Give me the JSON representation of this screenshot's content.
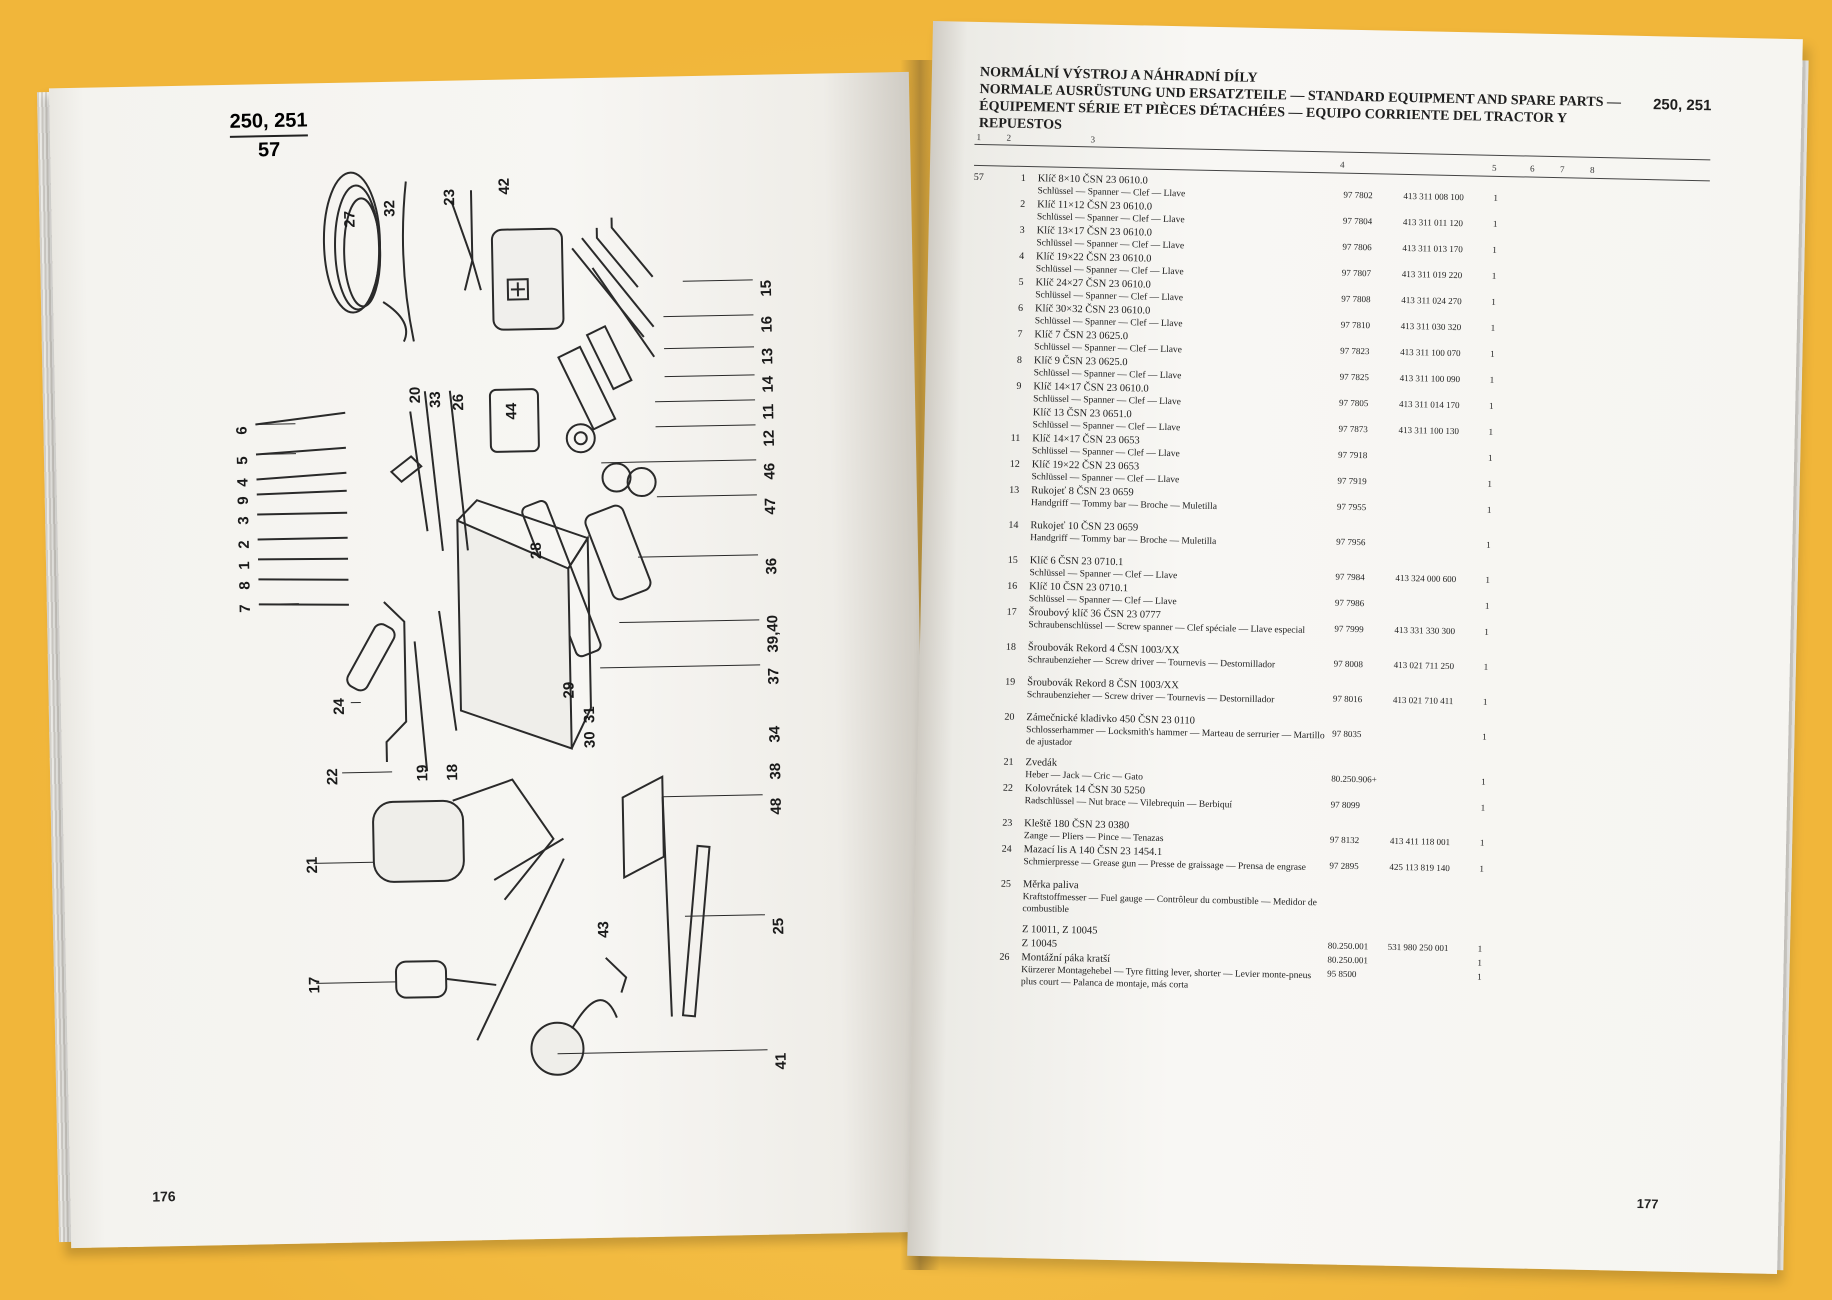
{
  "left_page": {
    "header_models": "250, 251",
    "header_plate": "57",
    "page_number": "176",
    "callouts": [
      {
        "label": "27"
      },
      {
        "label": "32"
      },
      {
        "label": "23"
      },
      {
        "label": "42"
      },
      {
        "label": "15"
      },
      {
        "label": "16"
      },
      {
        "label": "13"
      },
      {
        "label": "14"
      },
      {
        "label": "11"
      },
      {
        "label": "12"
      },
      {
        "label": "46"
      },
      {
        "label": "47"
      },
      {
        "label": "36"
      },
      {
        "label": "39,40"
      },
      {
        "label": "37"
      },
      {
        "label": "34"
      },
      {
        "label": "38"
      },
      {
        "label": "48"
      },
      {
        "label": "25"
      },
      {
        "label": "41"
      },
      {
        "label": "20"
      },
      {
        "label": "33"
      },
      {
        "label": "26"
      },
      {
        "label": "44"
      },
      {
        "label": "28"
      },
      {
        "label": "29"
      },
      {
        "label": "31"
      },
      {
        "label": "30"
      },
      {
        "label": "6"
      },
      {
        "label": "5"
      },
      {
        "label": "4"
      },
      {
        "label": "9"
      },
      {
        "label": "3"
      },
      {
        "label": "2"
      },
      {
        "label": "1"
      },
      {
        "label": "8"
      },
      {
        "label": "7"
      },
      {
        "label": "24"
      },
      {
        "label": "22"
      },
      {
        "label": "19"
      },
      {
        "label": "18"
      },
      {
        "label": "21"
      },
      {
        "label": "43"
      },
      {
        "label": "17"
      }
    ]
  },
  "right_page": {
    "title_lines": [
      "NORMÁLNÍ VÝSTROJ A NÁHRADNÍ DÍLY",
      "NORMALE AUSRÜSTUNG UND ERSATZTEILE — STANDARD EQUIPMENT AND SPARE PARTS —",
      "ÉQUIPEMENT SÉRIE ET PIÈCES DÉTACHÉES — EQUIPO CORRIENTE DEL TRACTOR Y REPUESTOS"
    ],
    "header_models": "250, 251",
    "column_headers": [
      "1",
      "2",
      "3",
      "4",
      "5",
      "6",
      "7",
      "8"
    ],
    "page_number": "177",
    "rows": [
      {
        "pos": "57",
        "num": "1",
        "name": "Klíč 8×10 ČSN 23 0610.0",
        "sub": "Schlüssel — Spanner — Clef — Llave",
        "c4a": "97 7802",
        "c4b": "413 311 008 100",
        "c5": "1"
      },
      {
        "pos": "",
        "num": "2",
        "name": "Klíč 11×12 ČSN 23 0610.0",
        "sub": "Schlüssel — Spanner — Clef — Llave",
        "c4a": "97 7804",
        "c4b": "413 311 011 120",
        "c5": "1"
      },
      {
        "pos": "",
        "num": "3",
        "name": "Klíč 13×17 ČSN 23 0610.0",
        "sub": "Schlüssel — Spanner — Clef — Llave",
        "c4a": "97 7806",
        "c4b": "413 311 013 170",
        "c5": "1"
      },
      {
        "pos": "",
        "num": "4",
        "name": "Klíč 19×22 ČSN 23 0610.0",
        "sub": "Schlüssel — Spanner — Clef — Llave",
        "c4a": "97 7807",
        "c4b": "413 311 019 220",
        "c5": "1"
      },
      {
        "pos": "",
        "num": "5",
        "name": "Klíč 24×27 ČSN 23 0610.0",
        "sub": "Schlüssel — Spanner — Clef — Llave",
        "c4a": "97 7808",
        "c4b": "413 311 024 270",
        "c5": "1"
      },
      {
        "pos": "",
        "num": "6",
        "name": "Klíč 30×32 ČSN 23 0610.0",
        "sub": "Schlüssel — Spanner — Clef — Llave",
        "c4a": "97 7810",
        "c4b": "413 311 030 320",
        "c5": "1"
      },
      {
        "pos": "",
        "num": "7",
        "name": "Klíč 7 ČSN 23 0625.0",
        "sub": "Schlüssel — Spanner — Clef — Llave",
        "c4a": "97 7823",
        "c4b": "413 311 100 070",
        "c5": "1"
      },
      {
        "pos": "",
        "num": "8",
        "name": "Klíč 9 ČSN 23 0625.0",
        "sub": "Schlüssel — Spanner — Clef — Llave",
        "c4a": "97 7825",
        "c4b": "413 311 100 090",
        "c5": "1"
      },
      {
        "pos": "",
        "num": "9",
        "name": "Klíč 14×17 ČSN 23 0610.0",
        "sub": "Schlüssel — Spanner — Clef — Llave",
        "c4a": "97 7805",
        "c4b": "413 311 014 170",
        "c5": "1"
      },
      {
        "pos": "",
        "num": "",
        "name": "Klíč 13 ČSN 23 0651.0",
        "sub": "Schlüssel — Spanner — Clef — Llave",
        "c4a": "97 7873",
        "c4b": "413 311 100 130",
        "c5": "1"
      },
      {
        "pos": "",
        "num": "11",
        "name": "Klíč 14×17 ČSN 23 0653",
        "sub": "Schlüssel — Spanner — Clef — Llave",
        "c4a": "97 7918",
        "c4b": "",
        "c5": "1"
      },
      {
        "pos": "",
        "num": "12",
        "name": "Klíč 19×22 ČSN 23 0653",
        "sub": "Schlüssel — Spanner — Clef — Llave",
        "c4a": "97 7919",
        "c4b": "",
        "c5": "1"
      },
      {
        "pos": "",
        "num": "13",
        "name": "Rukojeť 8 ČSN 23 0659",
        "sub": "Handgriff — Tommy bar — Broche — Muletilla",
        "c4a": "97 7955",
        "c4b": "",
        "c5": "1"
      },
      {
        "pos": "",
        "num": "14",
        "name": "Rukojeť 10 ČSN 23 0659",
        "sub": "Handgriff — Tommy bar — Broche — Muletilla",
        "c4a": "97 7956",
        "c4b": "",
        "c5": "1"
      },
      {
        "pos": "",
        "num": "15",
        "name": "Klíč 6 ČSN 23 0710.1",
        "sub": "Schlüssel — Spanner — Clef — Llave",
        "c4a": "97 7984",
        "c4b": "413 324 000 600",
        "c5": "1"
      },
      {
        "pos": "",
        "num": "16",
        "name": "Klíč 10 ČSN 23 0710.1",
        "sub": "Schlüssel — Spanner — Clef — Llave",
        "c4a": "97 7986",
        "c4b": "",
        "c5": "1"
      },
      {
        "pos": "",
        "num": "17",
        "name": "Šroubový klíč 36 ČSN 23 0777",
        "sub": "Schraubenschlüssel — Screw spanner — Clef spéciale — Llave especial",
        "c4a": "97 7999",
        "c4b": "413 331 330 300",
        "c5": "1"
      },
      {
        "pos": "",
        "num": "18",
        "name": "Šroubovák Rekord 4 ČSN 1003/XX",
        "sub": "Schraubenzieher — Screw driver — Tournevis — Destornillador",
        "c4a": "97 8008",
        "c4b": "413 021 711 250",
        "c5": "1"
      },
      {
        "pos": "",
        "num": "19",
        "name": "Šroubovák Rekord 8 ČSN 1003/XX",
        "sub": "Schraubenzieher — Screw driver — Tournevis — Destornillador",
        "c4a": "97 8016",
        "c4b": "413 021 710 411",
        "c5": "1"
      },
      {
        "pos": "",
        "num": "20",
        "name": "Zámečnické kladivko 450 ČSN 23 0110",
        "sub": "Schlosserhammer — Locksmith's hammer — Marteau de serrurier — Martillo de ajustador",
        "c4a": "97 8035",
        "c4b": "",
        "c5": "1"
      },
      {
        "pos": "",
        "num": "21",
        "name": "Zvedák",
        "sub": "Heber — Jack — Cric — Gato",
        "c4a": "80.250.906+",
        "c4b": "",
        "c5": "1"
      },
      {
        "pos": "",
        "num": "22",
        "name": "Kolovrátek 14 ČSN 30 5250",
        "sub": "Radschlüssel — Nut brace — Vilebrequin — Berbiquí",
        "c4a": "97 8099",
        "c4b": "",
        "c5": "1"
      },
      {
        "pos": "",
        "num": "23",
        "name": "Kleště 180 ČSN 23 0380",
        "sub": "Zange — Pliers — Pince — Tenazas",
        "c4a": "97 8132",
        "c4b": "413 411 118 001",
        "c5": "1"
      },
      {
        "pos": "",
        "num": "24",
        "name": "Mazací lis A 140 ČSN 23 1454.1",
        "sub": "Schmierpresse — Grease gun — Presse de graissage — Prensa de engrase",
        "c4a": "97 2895",
        "c4b": "425 113 819 140",
        "c5": "1"
      },
      {
        "pos": "",
        "num": "25",
        "name": "Měrka paliva",
        "sub": "Kraftstoffmesser — Fuel gauge — Contrôleur du combustible — Medidor de combustible",
        "c4a": "",
        "c4b": "",
        "c5": ""
      },
      {
        "pos": "",
        "num": "",
        "name": "Z 10011, Z 10045",
        "sub": "",
        "c4a": "80.250.001",
        "c4b": "531 980 250 001",
        "c5": "1"
      },
      {
        "pos": "",
        "num": "",
        "name": "Z 10045",
        "sub": "",
        "c4a": "80.250.001",
        "c4b": "",
        "c5": "1"
      },
      {
        "pos": "",
        "num": "26",
        "name": "Montážní páka kratší",
        "sub": "Kürzerer Montagehebel — Tyre fitting lever, shorter — Levier monte-pneus plus court — Palanca de montaje, más corta",
        "c4a": "95 8500",
        "c4b": "",
        "c5": "1"
      }
    ]
  }
}
